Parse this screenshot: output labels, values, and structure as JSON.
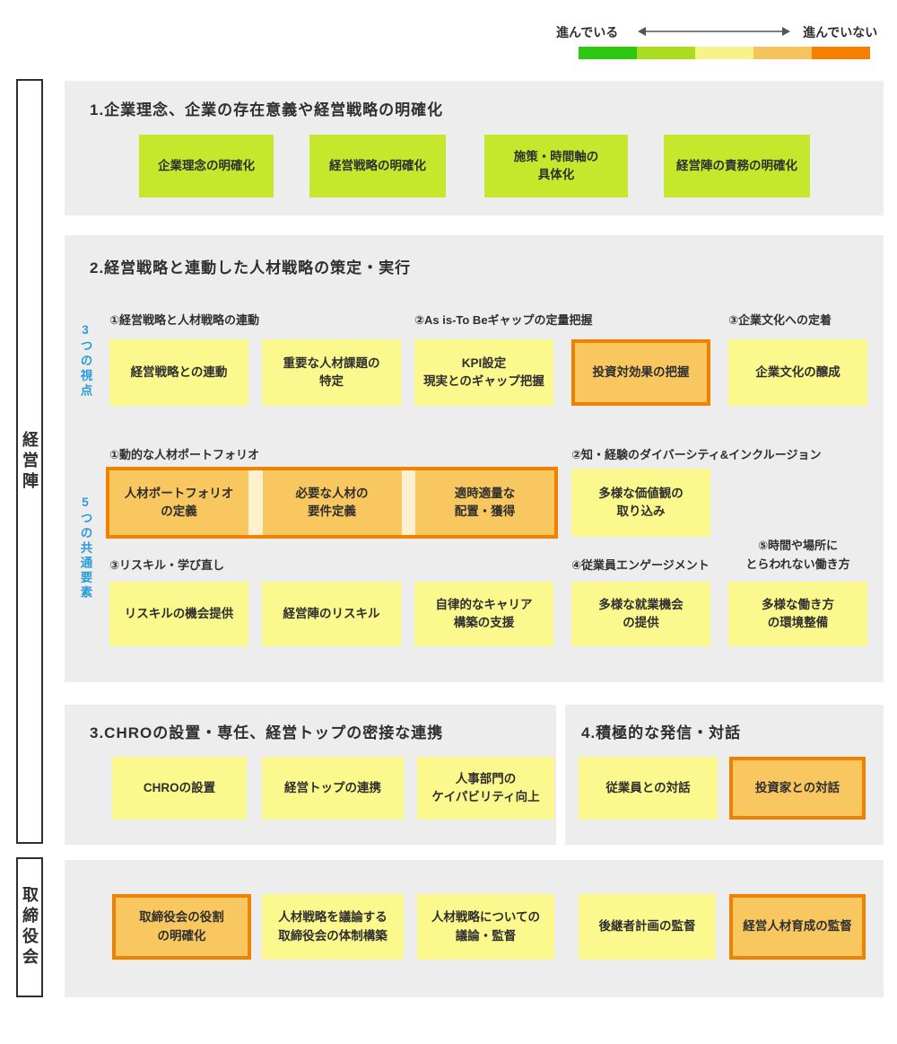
{
  "legend": {
    "left_label": "進んでいる",
    "right_label": "進んでいない"
  },
  "rails": {
    "management": "経営陣",
    "board": "取締役会"
  },
  "sections": {
    "s1": {
      "title": "1.企業理念、企業の存在意義や経営戦略の明確化",
      "boxes": [
        "企業理念の明確化",
        "経営戦略の明確化",
        "施策・時間軸の\n具体化",
        "経営陣の責務の明確化"
      ]
    },
    "s2": {
      "title": "2.経営戦略と連動した人材戦略の策定・実行",
      "viewpoints_label": "3つの視点",
      "elements_label": "5つの共通要素",
      "groups": {
        "g1": {
          "label": "①経営戦略と人材戦略の連動",
          "boxes": [
            "経営戦略との連動",
            "重要な人材課題の\n特定"
          ]
        },
        "g2": {
          "label": "②As is-To Beギャップの定量把握",
          "boxes": [
            "KPI設定\n現実とのギャップ把握",
            "投資対効果の把握"
          ]
        },
        "g3": {
          "label": "③企業文化への定着",
          "boxes": [
            "企業文化の醸成"
          ]
        },
        "g4": {
          "label": "①動的な人材ポートフォリオ",
          "boxes": [
            "人材ポートフォリオ\nの定義",
            "必要な人材の\n要件定義",
            "適時適量な\n配置・獲得"
          ]
        },
        "g5": {
          "label": "②知・経験のダイバーシティ&インクルージョン",
          "boxes": [
            "多様な価値観の\n取り込み"
          ]
        },
        "g6": {
          "label": "③リスキル・学び直し",
          "boxes": [
            "リスキルの機会提供",
            "経営陣のリスキル",
            "自律的なキャリア\n構築の支援"
          ]
        },
        "g7": {
          "label": "④従業員エンゲージメント",
          "boxes": [
            "多様な就業機会\nの提供"
          ]
        },
        "g8": {
          "label": "⑤時間や場所に\nとらわれない働き方",
          "boxes": [
            "多様な働き方\nの環境整備"
          ]
        }
      }
    },
    "s3": {
      "title": "3.CHROの設置・専任、経営トップの密接な連携",
      "boxes": [
        "CHROの設置",
        "経営トップの連携",
        "人事部門の\nケイパビリティ向上"
      ]
    },
    "s4": {
      "title": "4.積極的な発信・対話",
      "boxes": [
        "従業員との対話",
        "投資家との対話"
      ]
    },
    "s5": {
      "boxes": [
        "取締役会の役割\nの明確化",
        "人材戦略を議論する\n取締役会の体制構築",
        "人材戦略についての\n議論・監督",
        "後継者計画の監督",
        "経営人材育成の監督"
      ]
    }
  },
  "colors": {
    "progress_scale": [
      "#2fc70f",
      "#aadd22",
      "#f7f388",
      "#f6c45c",
      "#f57f00"
    ],
    "box_green": "#c5e82d",
    "box_yellow": "#fbf88d",
    "box_amber": "#f8c75f",
    "amber_border": "#ef8200",
    "panel_bg": "#ededee",
    "accent_blue": "#2b9cd8"
  }
}
